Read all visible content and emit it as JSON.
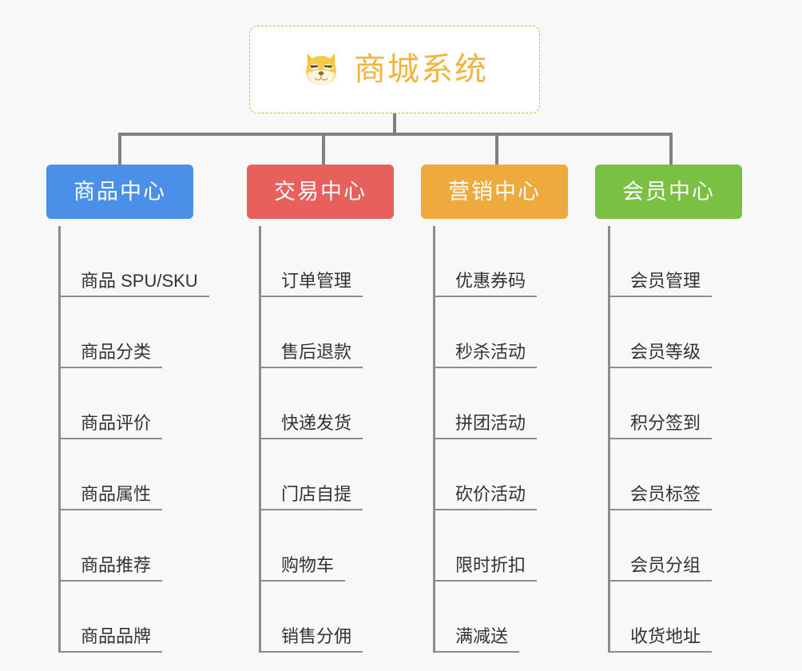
{
  "diagram": {
    "background_color": "#f8f8f8",
    "root": {
      "title": "商城系统",
      "icon": "shiba-dog-icon",
      "accent_color": "#f0b53f",
      "border_color": "#e8b04b"
    },
    "branches": [
      {
        "label": "商品中心",
        "color": "#4a90e8",
        "items": [
          "商品 SPU/SKU",
          "商品分类",
          "商品评价",
          "商品属性",
          "商品推荐",
          "商品品牌"
        ]
      },
      {
        "label": "交易中心",
        "color": "#e8605c",
        "items": [
          "订单管理",
          "售后退款",
          "快递发货",
          "门店自提",
          "购物车",
          "销售分佣"
        ]
      },
      {
        "label": "营销中心",
        "color": "#eeaa3c",
        "items": [
          "优惠券码",
          "秒杀活动",
          "拼团活动",
          "砍价活动",
          "限时折扣",
          "满减送"
        ]
      },
      {
        "label": "会员中心",
        "color": "#7ac143",
        "items": [
          "会员管理",
          "会员等级",
          "积分签到",
          "会员标签",
          "会员分组",
          "收货地址"
        ]
      }
    ]
  }
}
